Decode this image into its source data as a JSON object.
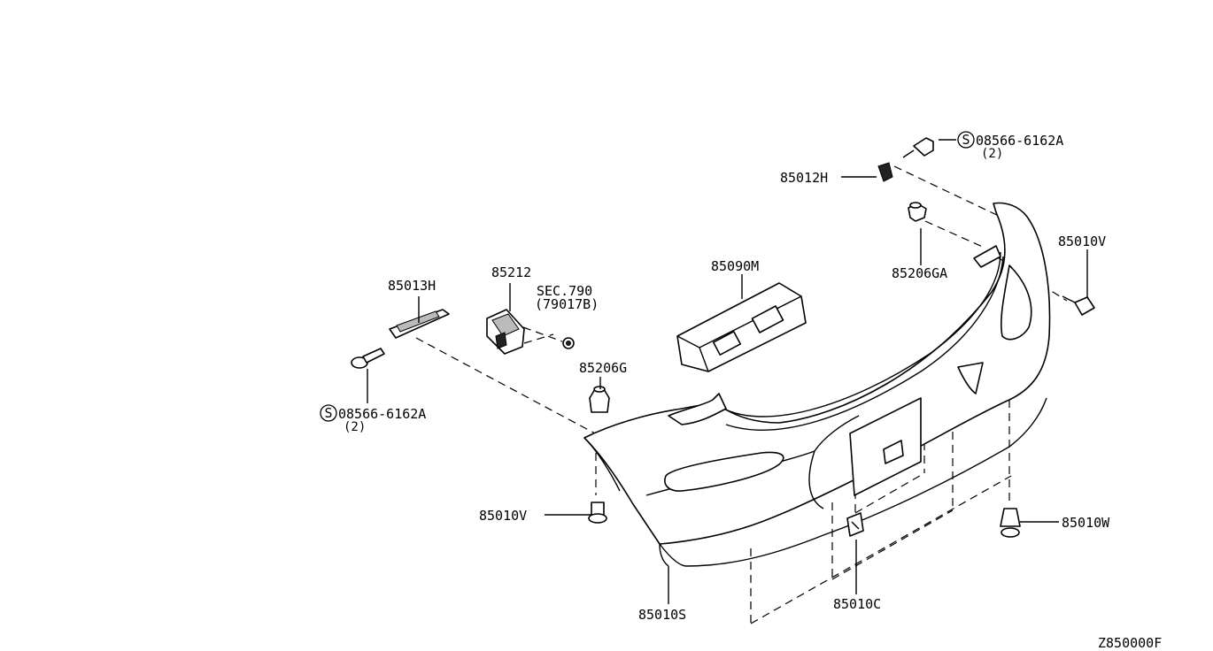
{
  "diagram_id": "Z850000F",
  "parts": [
    {
      "id": "p-85013H",
      "label": "85013H"
    },
    {
      "id": "p-85212",
      "label": "85212"
    },
    {
      "id": "p-sec790",
      "label": "SEC.790"
    },
    {
      "id": "p-79017B",
      "label": "(79017B)"
    },
    {
      "id": "p-85090M",
      "label": "85090M"
    },
    {
      "id": "p-85012H",
      "label": "85012H"
    },
    {
      "id": "p-screw-top",
      "label": "08566-6162A"
    },
    {
      "id": "p-screw-top-qty",
      "label": "(2)"
    },
    {
      "id": "p-85206GA",
      "label": "85206GA"
    },
    {
      "id": "p-85010V-right",
      "label": "85010V"
    },
    {
      "id": "p-85206G",
      "label": "85206G"
    },
    {
      "id": "p-screw-left",
      "label": "08566-6162A"
    },
    {
      "id": "p-screw-left-qty",
      "label": "(2)"
    },
    {
      "id": "p-85010V-left",
      "label": "85010V"
    },
    {
      "id": "p-85010W",
      "label": "85010W"
    },
    {
      "id": "p-85010C",
      "label": "85010C"
    },
    {
      "id": "p-85010S",
      "label": "85010S"
    }
  ],
  "symbols": {
    "screw_mark": "S"
  }
}
